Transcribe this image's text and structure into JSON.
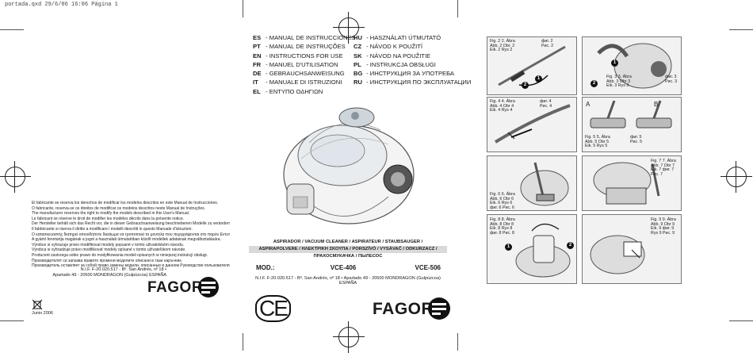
{
  "file_header": "portada.qxd   29/6/06   16:06   Página 1",
  "languages": [
    {
      "code": "ES",
      "text": "MANUAL DE INSTRUCCIONES"
    },
    {
      "code": "PT",
      "text": "MANUAL DE INSTRUÇÕES"
    },
    {
      "code": "EN",
      "text": "INSTRUCTIONS FOR USE"
    },
    {
      "code": "FR",
      "text": "MANUEL D'UTILISATION"
    },
    {
      "code": "DE",
      "text": "GEBRAUCHSANWEISUNG"
    },
    {
      "code": "IT",
      "text": "MANUALE DI ISTRUZIONI"
    },
    {
      "code": "EL",
      "text": "ΕΝΤΥΠΟ ΟΔΗΓΙΩΝ"
    },
    {
      "code": "HU",
      "text": "HASZNÁLATI ÚTMUTATÓ"
    },
    {
      "code": "CZ",
      "text": "NÁVOD K POUŽITÍ"
    },
    {
      "code": "SK",
      "text": "NÁVOD NA POUŽITIE"
    },
    {
      "code": "PL",
      "text": "INSTRUKCJA OBSŁUGI"
    },
    {
      "code": "BG",
      "text": "ИНСТРУКЦИЯ ЗА УПОТРЕБА"
    },
    {
      "code": "RU",
      "text": "ИНСТРУКЦИЯ ПО ЭКСПЛУАТАЦИИ"
    }
  ],
  "product_band": {
    "line1": "ASPIRADOR / VACUUM CLEANER / ASPIRATEUR / STAUBSAUGER /",
    "line2": "ASPIRAPOLVERE / ΗΛΕΚΤΡΙΚΗ ΣΚΟΥΠΑ / PORSZÍVÓ / VYSÁVAČ / ODKURZACZ /",
    "line3": "ПРАХОСМУКАЧКА / ПЫЛЕСОС"
  },
  "models": {
    "label": "MOD.:",
    "m1": "VCE-406",
    "m2": "VCE-506"
  },
  "address_mid": "N.I.F. F-20.020.517 - Bº. San Andrés, nº 18 • Apartado 49 - 20500 MONDRAGON (Gulpúzcoa) ESPAÑA",
  "address_left": {
    "line1": "N.I.F. F-20.020.517 - Bº. San Andrés, nº 18 •",
    "line2": "Apartado 49 - 20500 MONDRAGON (Gulpúzcoa) ESPAÑA"
  },
  "brand": "FAGOR",
  "ce_mark": "CE",
  "date": "Junio 2006",
  "disclaimers": [
    "El fabricante se reserva los derechos de modificar los modelos descritos en este Manual de Instrucciones.",
    "O fabricante, reserva-se os direitos de modificar os modelos descritos neste Manual de Instruções.",
    "The manufacturer reserves the right to modify the models described in this User's Manual.",
    "Le fabricant se réserve le droit de modifier les modèles décrits dans la présente notice.",
    "Der Hersteller behält sich das Recht vor, die in dieser Gebrauchsanweisung beschriebenen Modelle zu verändern.",
    "Il fabbricante si riserva il diritto a modificare i modelli descritti in questo Manuale d'istruzioni.",
    "Ο κατασκευαστής διατηρεί οποιοδήποτε δικαίωμα να τροποποιεί τα μοντέλα που περιγράφονται στο παρόν Εντυπο Οδηγιών",
    "A gyártó fenntartja magának a jogot a használati útmutatóban közölt modellek adatainak megváltoztatására.",
    "Výrobce si vyhrazuje právo modifikovat modely popsané v tomto uživatelském návodu.",
    "Výrobca si vyhradzuje právo modifikovať modely opísané v tomto užívateľskom návode.",
    "Producent zastrzega sobie prawo do modyfikowania modeli opisanych w niniejszej instrukcji obsługi.",
    "Производителят си запазва правото промени моделите описани в тази наръчник.",
    "Производитель оставляет за собой право замены модели, описанные в данном Руководстве пользователя."
  ],
  "figures": {
    "fig2": "Fig. 2   2. Ábra\nAbb. 2   Obr. 2\nEik. 2   Rys 2",
    "fig2b": "фиг. 2\nРис. 2",
    "fig3": "Fig. 3    3. Ábra\nAbb. 3    Obr 3\nEik. 3    Rys 3",
    "fig3b": "фиг. 3\nРис. 3",
    "fig4": "Fig. 4    4. Ábra\nAbb. 4    Obr 4\nEik. 4    Rys 4",
    "fig4b": "фиг. 4\nРис. 4",
    "fig5": "Fig. 5    5. Ábra\nAbb. 5    Obr 5\nEik. 5    Rys 5",
    "fig5b": "фиг. 5\nРис. 5",
    "fig6": "Fig. 6    6. Ábra\nAbb. 6    Obr 6\nEik. 6    Rys 6\nфиг. 6    Рис. 6",
    "fig7": "Fig. 7    7. Ábra\nAbb. 7    Obr 7\nEik. 7    фиг. 7\nРис. 7",
    "fig8": "Fig. 8    8. Ábra\nAbb. 8    Obr 8\nEik. 8    Rys 8\nфиг. 8    Рис. 8",
    "fig9": "Fig. 9    9. Ábra\nAbb. 9    Obr 9\nEik. 9    фиг. 9\nRys 9    Рис. 9"
  },
  "panel_marks": {
    "a": "A",
    "b": "B",
    "n1": "1",
    "n2": "2"
  },
  "colors": {
    "ink": "#111111",
    "band_grey": "#d9d9d9",
    "panel_bg": "#f2f2f2",
    "rule": "#555555"
  }
}
